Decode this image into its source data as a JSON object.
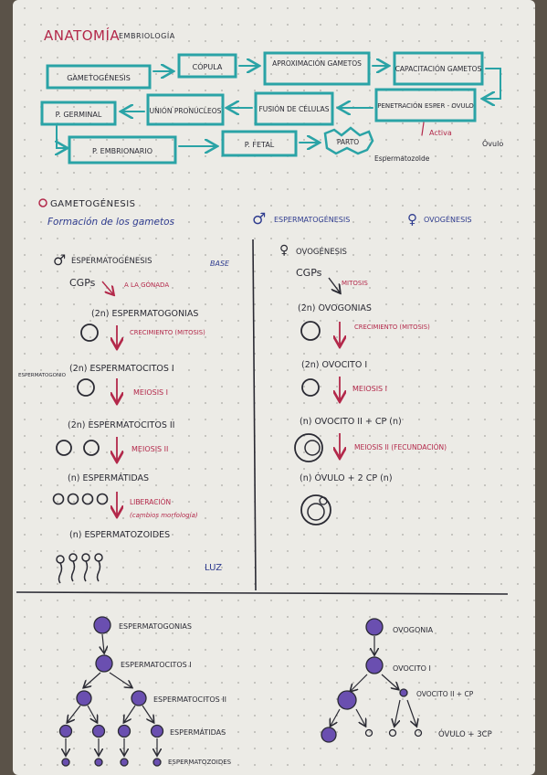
{
  "header": {
    "title": "ANATOMÍA",
    "subtitle": "EMBRIOLOGÍA"
  },
  "flow": {
    "boxes": [
      "GAMETOGÉNESIS",
      "CÓPULA",
      "APROXIMACIÓN GAMETOS",
      "CAPACITACIÓN GAMETOS",
      "PENETRACIÓN ESPER - OVULO",
      "FUSIÓN DE CÉLULAS",
      "UNIÓN PRONÚCLEOS",
      "P. GERMINAL",
      "P. EMBRIONARIO",
      "P. FETAL",
      "PARTO"
    ],
    "notes": {
      "activa": "Activa",
      "ovulo": "Óvulo",
      "espermatozoide": "Espermatozoide"
    }
  },
  "section": {
    "heading": "GAMETOGÉNESIS",
    "subheading": "Formación de los gametos",
    "male": "ESPERMATOGÉNESIS",
    "female": "OVOGÉNESIS"
  },
  "male_column": {
    "title": "ESPERMATOGÉNESIS",
    "tag": "BASE",
    "cgps": "CGPs",
    "step_gonada": "A LA GÓNADA",
    "espermatogonias": "(2n) ESPERMATOGONIAS",
    "crecimiento": "CRECIMIENTO (MITOSIS)",
    "espermatocito1": "(2n) ESPERMATOCITOS I",
    "side_note": "ESPERMATOGONIO",
    "meiosis1": "MEIOSIS I",
    "espermatocito2": "(2n) ESPERMATOCITOS II",
    "meiosis2": "MEIOSIS II",
    "espermatidas": "(n) ESPERMÁTIDAS",
    "liberacion": "LIBERACIÓN",
    "cambios": "(cambios morfología)",
    "espermatozoides": "(n) ESPERMATOZOIDES",
    "luz": "LUZ"
  },
  "female_column": {
    "title": "OVOGÉNESIS",
    "cgps": "CGPs",
    "mitosis": "MITOSIS",
    "ovogonias": "(2n) OVOGONIAS",
    "crecimiento": "CRECIMIENTO (MITOSIS)",
    "ovocito1": "(2n) OVOCITO I",
    "meiosis1": "MEIOSIS I",
    "ovocito2": "(n) OVOCITO II + CP (n)",
    "meiosis2": "MEIOSIS II (FECUNDACIÓN)",
    "ovulo": "(n) ÓVULO + 2 CP (n)"
  },
  "trees": {
    "male": {
      "espermatogonias": "ESPERMATOGONIAS",
      "espermatocitos1": "ESPERMATOCITOS I",
      "espermatocitos2": "ESPERMATOCITOS II",
      "espermatidas": "ESPERMÁTIDAS",
      "espermatozoides": "ESPERMATOZOIDES"
    },
    "female": {
      "ovogonia": "OVOGONIA",
      "ovocito1": "OVOCITO I",
      "ovocito2": "OVOCITO II + CP",
      "ovulo": "ÓVULO + 3CP"
    }
  },
  "colors": {
    "paper": "#ecebe6",
    "ink": "#2a2a33",
    "teal": "#2aa3a6",
    "red": "#b3284a",
    "blue": "#2f3c8f",
    "cell": "#6a4fb0"
  }
}
